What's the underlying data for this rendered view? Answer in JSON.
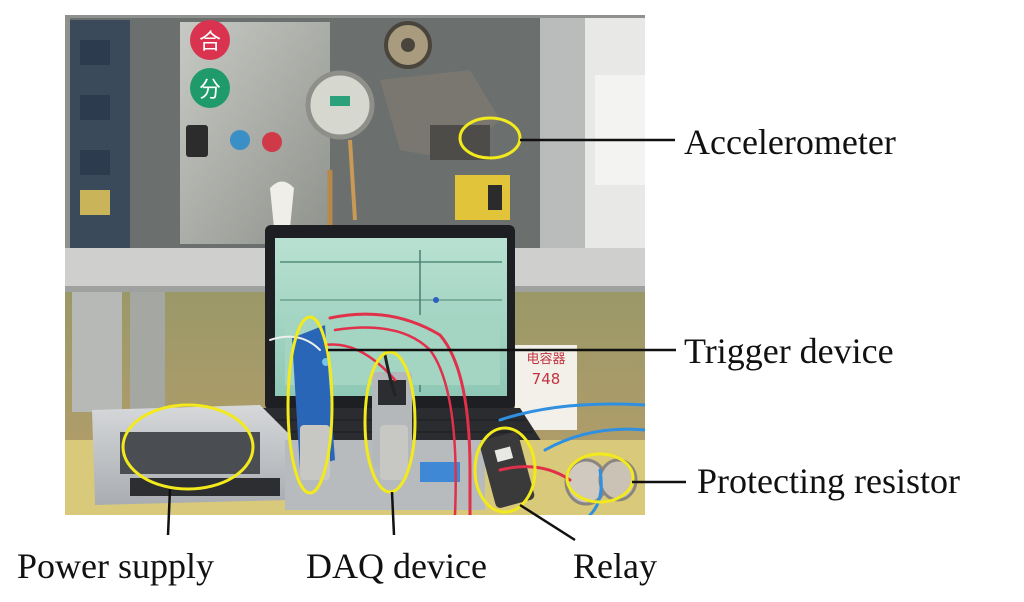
{
  "figure": {
    "labels": {
      "accelerometer": "Accelerometer",
      "trigger_device": "Trigger device",
      "protecting_resistor": "Protecting resistor",
      "power_supply": "Power supply",
      "daq_device": "DAQ device",
      "relay": "Relay"
    },
    "panel_marks": {
      "close": "合",
      "open": "分"
    },
    "capacitor_tag": {
      "text": "电容器",
      "number": "748"
    },
    "colors": {
      "highlight_ellipse": "#f2ea1c",
      "leader_line": "#111111",
      "cable_red": "#e0304a",
      "cable_blue": "#2f8fe0",
      "device_blue": "#2a66b8"
    }
  }
}
